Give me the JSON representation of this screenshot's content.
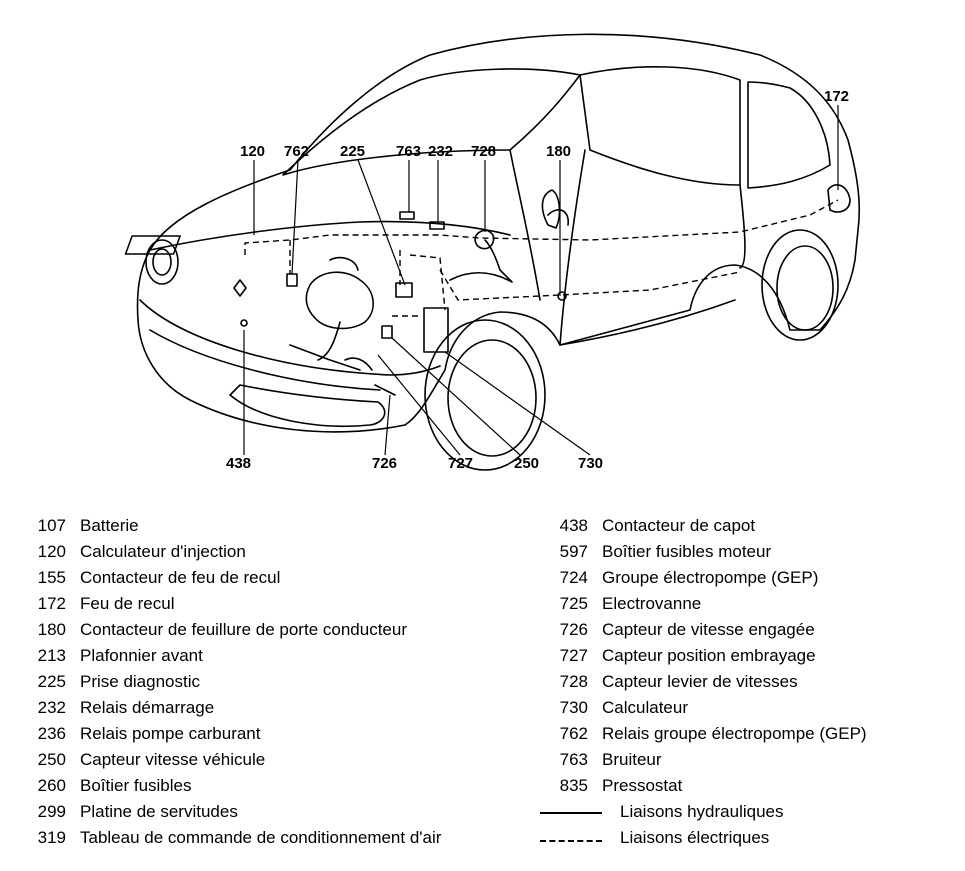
{
  "diagram": {
    "callouts": [
      "120",
      "762",
      "225",
      "763",
      "232",
      "728",
      "180",
      "172",
      "438",
      "726",
      "727",
      "250",
      "730"
    ]
  },
  "legend_left": [
    {
      "num": "107",
      "label": "Batterie"
    },
    {
      "num": "120",
      "label": "Calculateur d'injection"
    },
    {
      "num": "155",
      "label": "Contacteur de feu de recul"
    },
    {
      "num": "172",
      "label": "Feu de recul"
    },
    {
      "num": "180",
      "label": "Contacteur de feuillure de porte conducteur"
    },
    {
      "num": "213",
      "label": "Plafonnier avant"
    },
    {
      "num": "225",
      "label": "Prise diagnostic"
    },
    {
      "num": "232",
      "label": "Relais démarrage"
    },
    {
      "num": "236",
      "label": "Relais pompe carburant"
    },
    {
      "num": "250",
      "label": "Capteur vitesse véhicule"
    },
    {
      "num": "260",
      "label": "Boîtier fusibles"
    },
    {
      "num": "299",
      "label": "Platine de servitudes"
    },
    {
      "num": "319",
      "label": "Tableau de commande de conditionnement d'air"
    }
  ],
  "legend_right": [
    {
      "num": "438",
      "label": "Contacteur de capot"
    },
    {
      "num": "597",
      "label": "Boîtier fusibles moteur"
    },
    {
      "num": "724",
      "label": "Groupe électropompe (GEP)"
    },
    {
      "num": "725",
      "label": "Electrovanne"
    },
    {
      "num": "726",
      "label": "Capteur de vitesse engagée"
    },
    {
      "num": "727",
      "label": "Capteur position embrayage"
    },
    {
      "num": "728",
      "label": "Capteur levier de vitesses"
    },
    {
      "num": "730",
      "label": "Calculateur"
    },
    {
      "num": "762",
      "label": "Relais groupe électropompe (GEP)"
    },
    {
      "num": "763",
      "label": "Bruiteur"
    },
    {
      "num": "835",
      "label": "Pressostat"
    }
  ],
  "line_keys": {
    "hydraulic": "Liaisons hydrauliques",
    "electric": "Liaisons électriques"
  }
}
